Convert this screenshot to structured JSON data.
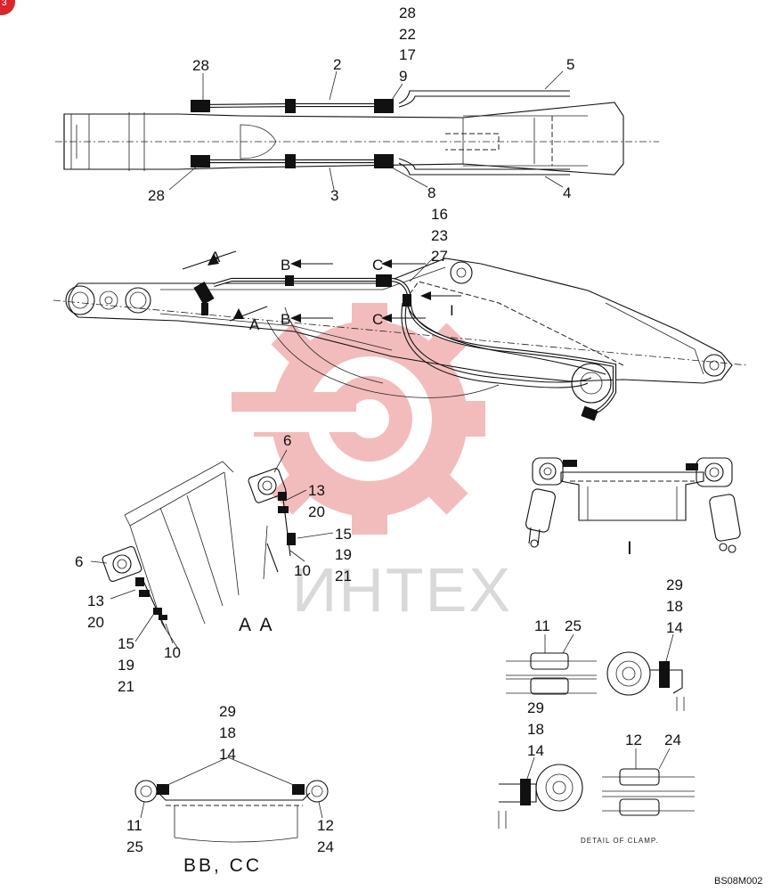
{
  "badge": {
    "color": "#d8262c"
  },
  "watermark": {
    "text": "ИНТЕХ",
    "logo_color": "#f2b5b5"
  },
  "top_view": {
    "labels": {
      "left_top": "28",
      "hose_top": "2",
      "stack_top": [
        "28",
        "22",
        "17",
        "9"
      ],
      "pipe_top": "5",
      "left_bottom": "28",
      "hose_bottom": "3",
      "fitting_bottom": "8",
      "pipe_bottom": "4"
    }
  },
  "side_view": {
    "stack": [
      "16",
      "23",
      "27"
    ],
    "section_markers": [
      "A",
      "A",
      "B",
      "B",
      "C",
      "C",
      "I"
    ]
  },
  "section_aa": {
    "title": "A A",
    "labels_upper": {
      "clamp": "6",
      "bolt": [
        "13",
        "20"
      ],
      "nut": [
        "15",
        "19",
        "21"
      ],
      "bar": "10"
    },
    "labels_lower": {
      "clamp": "6",
      "bolt": [
        "13",
        "20"
      ],
      "nut": [
        "15",
        "19",
        "21"
      ],
      "bar": "10"
    }
  },
  "detail_i": {
    "title": "I"
  },
  "section_bbcc": {
    "title": "BB, CC",
    "stack": [
      "29",
      "18",
      "14"
    ],
    "left": [
      "11",
      "25"
    ],
    "right": [
      "12",
      "24"
    ]
  },
  "clamp_detail": {
    "title": "DETAIL OF CLAMP.",
    "upper": {
      "labels": [
        "11",
        "25"
      ],
      "stack": [
        "29",
        "18",
        "14"
      ]
    },
    "lower": {
      "labels": [
        "12",
        "24"
      ],
      "stack": [
        "29",
        "18",
        "14"
      ]
    }
  },
  "footer": {
    "code": "BS08M002"
  }
}
